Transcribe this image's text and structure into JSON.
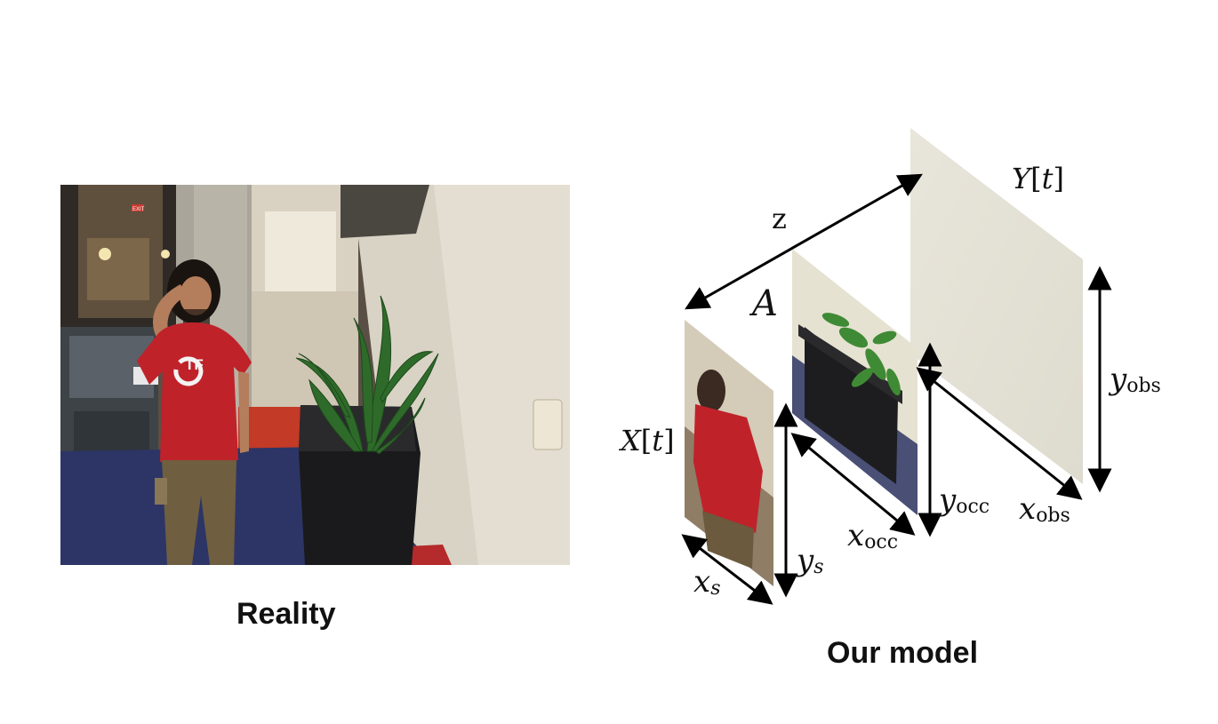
{
  "captions": {
    "reality": "Reality",
    "model": "Our model"
  },
  "labels": {
    "z": "z",
    "A": "A",
    "Y": "Y",
    "X": "X",
    "t": "t",
    "y": "y",
    "x": "x",
    "sub_obs": "obs",
    "sub_occ": "occ",
    "sub_s": "s",
    "bracket_open": "[",
    "bracket_close": "]"
  },
  "photo_elements": {
    "shirt_text": "TF",
    "exit_sign": "EXIT"
  },
  "colors": {
    "shirt_red": "#c0222a",
    "plane_beige": "#e4e1d6",
    "carpet_blue": "#2c3566",
    "arrow": "#000000"
  }
}
